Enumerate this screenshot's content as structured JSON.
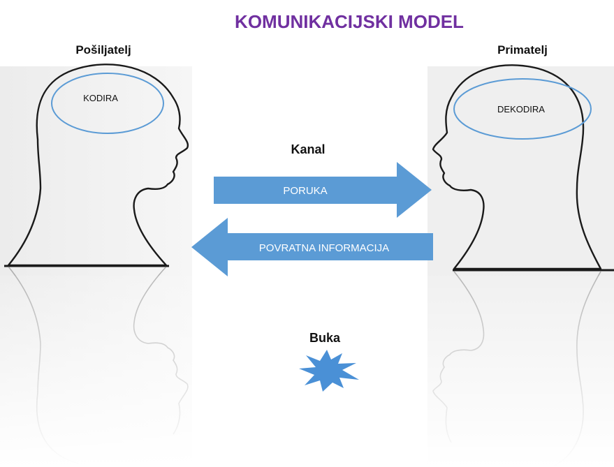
{
  "title": "KOMUNIKACIJSKI MODEL",
  "sender": {
    "label": "Pošiljatelj",
    "oval": "KODIRA"
  },
  "receiver": {
    "label": "Primatelj",
    "oval": "DEKODIRA"
  },
  "channel": {
    "label": "Kanal"
  },
  "message_arrow": {
    "label": "PORUKA"
  },
  "feedback_arrow": {
    "label": "POVRATNA INFORMACIJA"
  },
  "noise": {
    "label": "Buka"
  },
  "colors": {
    "title": "#7030a0",
    "arrow": "#5b9bd5",
    "oval_stroke": "#5b9bd5",
    "outline": "#1a1a1a",
    "star": "#4a90d6"
  }
}
